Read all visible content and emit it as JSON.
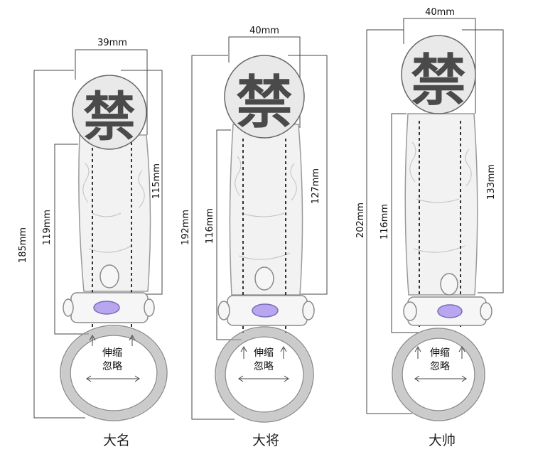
{
  "products": [
    {
      "name": "大名",
      "top_width": "39mm",
      "total_length": "185mm",
      "inner_length": "119mm",
      "shaft_length": "115mm",
      "note_line1": "伸缩",
      "note_line2": "忽略",
      "censor": "禁"
    },
    {
      "name": "大将",
      "top_width": "40mm",
      "total_length": "192mm",
      "inner_length": "116mm",
      "shaft_length": "127mm",
      "note_line1": "伸缩",
      "note_line2": "忽略",
      "censor": "禁"
    },
    {
      "name": "大帅",
      "top_width": "40mm",
      "total_length": "202mm",
      "inner_length": "116mm",
      "shaft_length": "133mm",
      "note_line1": "伸缩",
      "note_line2": "忽略",
      "censor": "禁"
    }
  ],
  "colors": {
    "button": "#b8a6f0",
    "outline": "#8a8a8a",
    "censor_text": "#4a4a4a"
  }
}
